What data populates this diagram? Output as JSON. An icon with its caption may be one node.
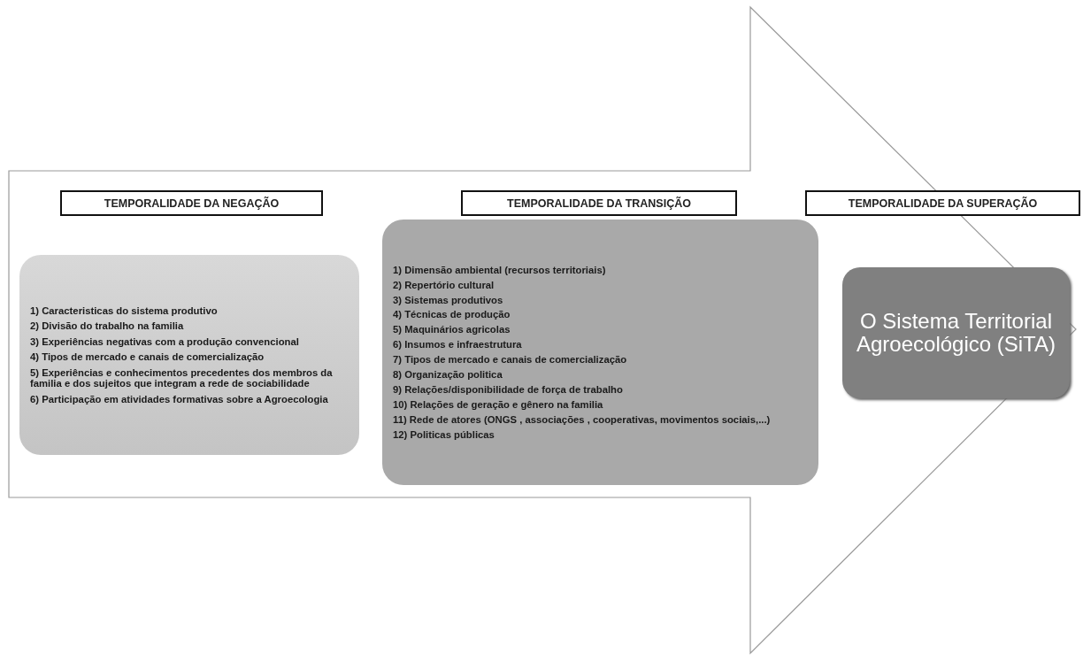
{
  "diagram": {
    "nodes": [
      {
        "text": [],
        "shape": "arrow"
      },
      {
        "text": [
          "TEMPORALIDADE DA NEGAÇÃO"
        ],
        "in": 0
      },
      {
        "text": [
          "1) Caracteristicas do sistema produtivo",
          "2) Divisão do trabalho na familia",
          "3) Experiências negativas com a produção convencional",
          "4) Tipos de mercado e canais de comercialização",
          "5) Experiências e conhecimentos precedentes dos membros da familia e dos sujeitos que integram a rede de sociabilidade",
          "6) Participação em atividades formativas sobre a Agroecologia"
        ],
        "in": 0
      },
      {
        "text": [
          "TEMPORALIDADE DA TRANSIÇÃO"
        ],
        "in": 0
      },
      {
        "text": [
          "1) Dimensão ambiental (recursos territoriais)",
          "2) Repertório cultural",
          "3) Sistemas produtivos",
          "4) Técnicas de produção",
          "5) Maquinários agricolas",
          "6) Insumos e infraestrutura",
          "7) Tipos de mercado e canais de comercialização",
          "8) Organização politica",
          "9) Relações/disponibilidade de força de trabalho",
          "10) Relações de geração e gênero na familia",
          "11) Rede de atores (ONGS , associações , cooperativas, movimentos sociais,...)",
          "12) Politicas públicas"
        ],
        "in": 0
      },
      {
        "text": [
          "TEMPORALIDADE DA SUPERAÇÃO"
        ],
        "in": 0
      },
      {
        "text": [
          "O Sistema Territorial Agroecológico (SiTA)"
        ],
        "in": 0
      }
    ]
  }
}
